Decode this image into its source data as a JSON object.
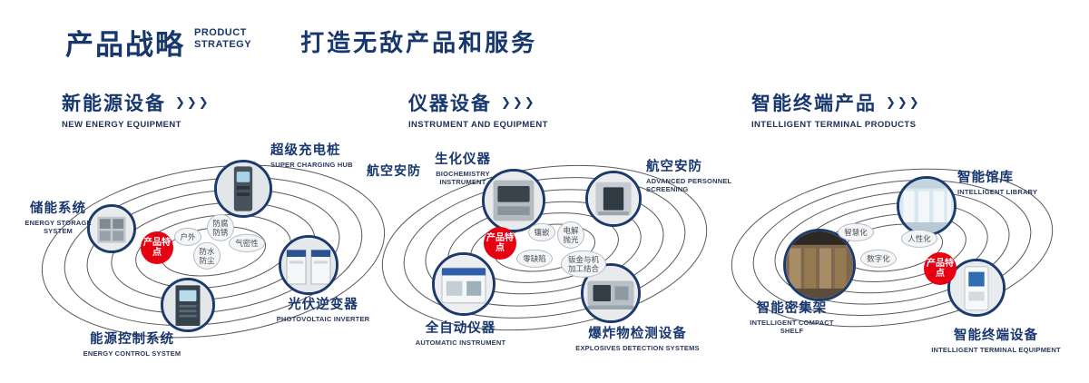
{
  "header": {
    "title": "产品战略",
    "subtitle_line1": "PRODUCT",
    "subtitle_line2": "STRATEGY",
    "slogan": "打造无敌产品和服务"
  },
  "icons": {
    "chevrons": "❯❯❯"
  },
  "colors": {
    "navy": "#17376e",
    "red": "#e60012"
  },
  "sections": [
    {
      "title": "新能源设备",
      "subtitle": "NEW ENERGY EQUIPMENT",
      "badge": "产品特点",
      "features": [
        {
          "label": "户外"
        },
        {
          "label": "防腐防锈"
        },
        {
          "label": "气密性"
        },
        {
          "label": "防水防尘"
        }
      ],
      "products": [
        {
          "name": "储能系统",
          "en": "ENERGY STORAGE SYSTEM"
        },
        {
          "name": "超级充电桩",
          "en": "SUPER CHARGING HUB"
        },
        {
          "name": "光伏逆变器",
          "en": "PHOTOVOLTAIC INVERTER"
        },
        {
          "name": "能源控制系统",
          "en": "ENERGY CONTROL SYSTEM"
        }
      ]
    },
    {
      "title": "仪器设备",
      "subtitle": "INSTRUMENT AND EQUIPMENT",
      "extra_label": "航空安防",
      "badge": "产品特点",
      "features": [
        {
          "label": "镶嵌"
        },
        {
          "label": "电解抛光"
        },
        {
          "label": "零缺陷"
        },
        {
          "label": "钣金与机加工结合"
        }
      ],
      "products": [
        {
          "name": "生化仪器",
          "en": "BIOCHEMISTRY INSTRUMENT"
        },
        {
          "name": "航空安防",
          "en": "ADVANCED PERSONNEL SCREENING"
        },
        {
          "name": "全自动仪器",
          "en": "AUTOMATIC INSTRUMENT"
        },
        {
          "name": "爆炸物检测设备",
          "en": "EXPLOSIVES DETECTION SYSTEMS"
        }
      ]
    },
    {
      "title": "智能终端产品",
      "subtitle": "INTELLIGENT TERMINAL PRODUCTS",
      "badge": "产品特点",
      "features": [
        {
          "label": "智慧化"
        },
        {
          "label": "人性化"
        },
        {
          "label": "数字化"
        }
      ],
      "products": [
        {
          "name": "智能馆库",
          "en": "INTELLIGENT LIBRARY"
        },
        {
          "name": "智能密集架",
          "en": "INTELLIGENT COMPACT SHELF"
        },
        {
          "name": "智能终端设备",
          "en": "INTELLIGENT TERMINAL EQUIPMENT"
        }
      ]
    }
  ]
}
